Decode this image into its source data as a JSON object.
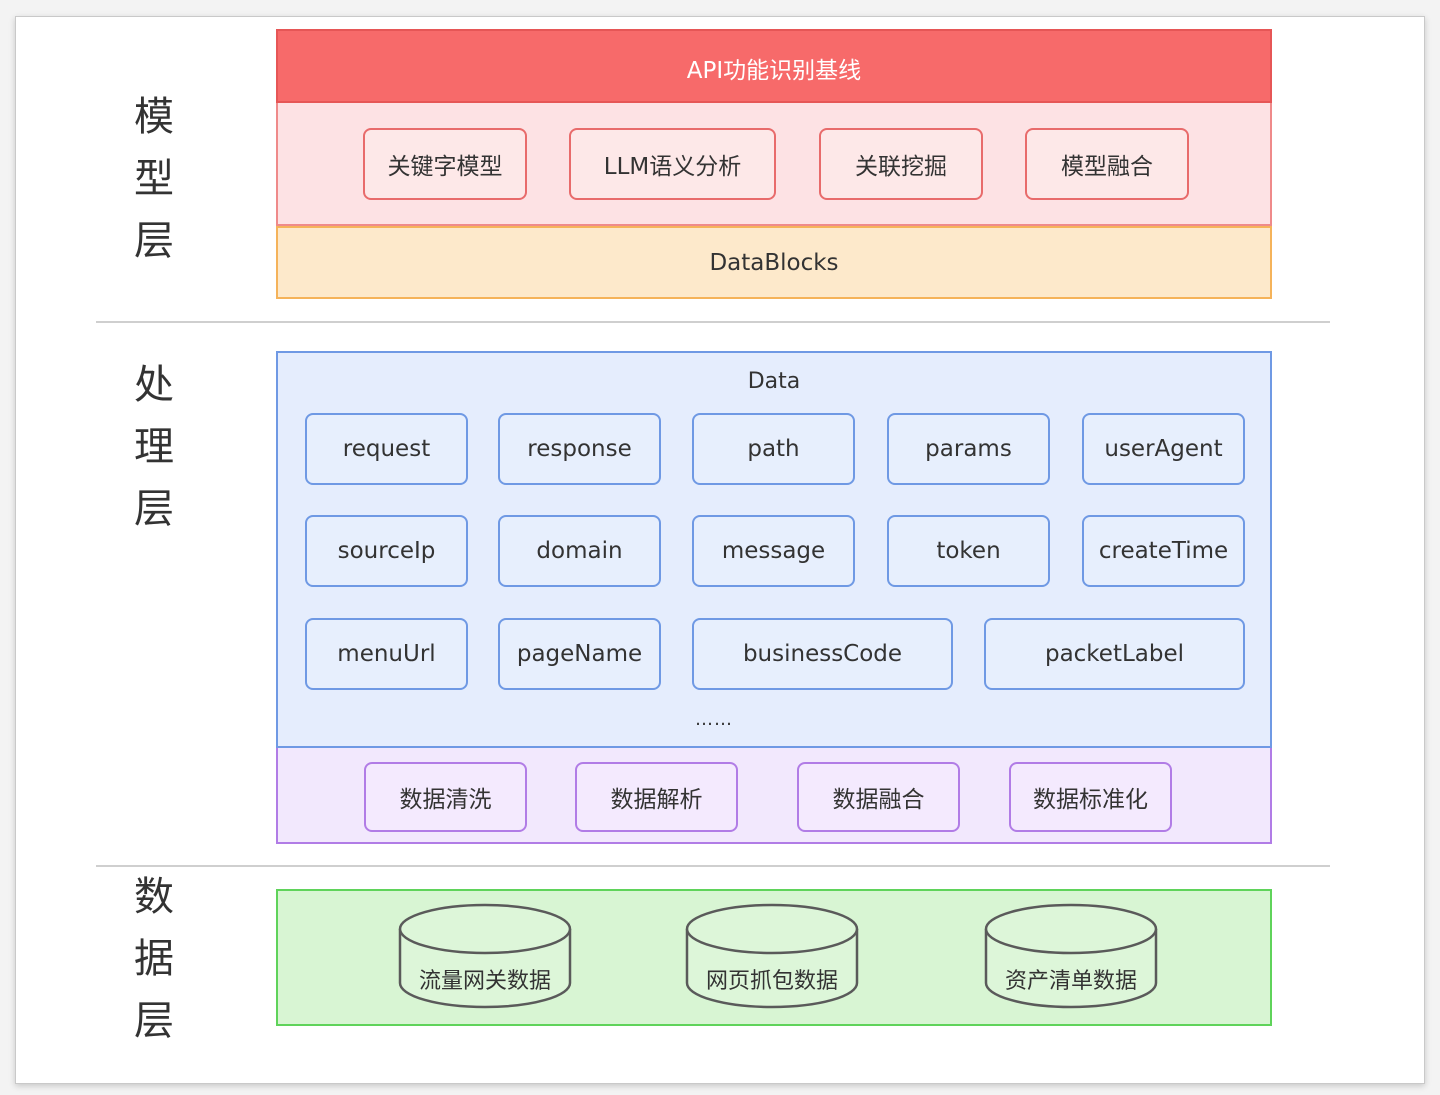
{
  "layers": {
    "model": {
      "label": "模\n型\n层"
    },
    "processing": {
      "label": "处\n理\n层"
    },
    "data": {
      "label": "数\n据\n层"
    }
  },
  "model_layer": {
    "header": "API功能识别基线",
    "models": [
      "关键字模型",
      "LLM语义分析",
      "关联挖掘",
      "模型融合"
    ],
    "datablocks": "DataBlocks"
  },
  "processing_layer": {
    "title": "Data",
    "fields_row1": [
      "request",
      "response",
      "path",
      "params",
      "userAgent"
    ],
    "fields_row2": [
      "sourceIp",
      "domain",
      "message",
      "token",
      "createTime"
    ],
    "fields_row3": [
      "menuUrl",
      "pageName",
      "businessCode",
      "packetLabel"
    ],
    "ellipsis": "……",
    "steps": [
      "数据清洗",
      "数据解析",
      "数据融合",
      "数据标准化"
    ]
  },
  "data_layer": {
    "sources": [
      "流量网关数据",
      "网页抓包数据",
      "资产清单数据"
    ]
  },
  "colors": {
    "header_red": "#f76a6a",
    "model_bg": "#fde2e4",
    "datablocks_bg": "#fde9cb",
    "data_blue_bg": "#e5edfd",
    "purple_bg": "#f2e8fd",
    "green_bg": "#d8f5d3"
  }
}
